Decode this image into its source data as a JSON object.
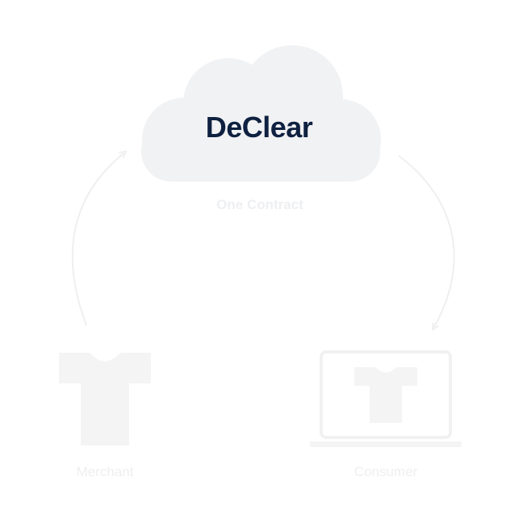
{
  "diagram": {
    "brand": "DeClear",
    "contract_label": "One Contract",
    "merchant_label": "Merchant",
    "consumer_label": "Consumer"
  },
  "colors": {
    "brand_text": "#0f2140",
    "cloud_fill": "#f1f2f4",
    "faint_text": "#eeeff1",
    "icon_fill": "#f4f4f5",
    "arrow_stroke": "#efefef"
  },
  "icons": [
    "cloud-icon",
    "tshirt-icon",
    "laptop-icon",
    "arrow-icon"
  ]
}
